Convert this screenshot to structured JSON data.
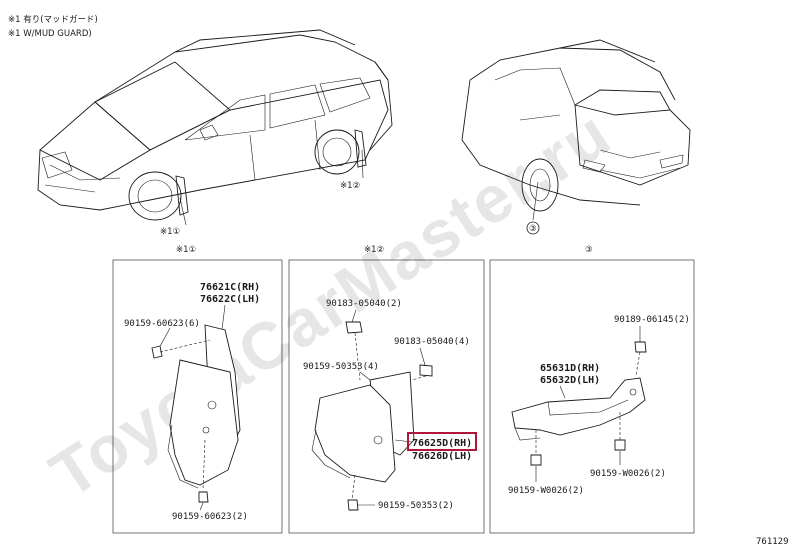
{
  "notes": {
    "line1": "※1 有り(マッドガード)",
    "line2": "※1 W/MUD GUARD)"
  },
  "watermark": "ToyotaCarMaster.ru",
  "callouts": {
    "front": "①",
    "rear_left": "②",
    "rear_right": "③",
    "front_note": "※1①",
    "rear_note": "※1②"
  },
  "panels": {
    "p1": {
      "header": "※1①",
      "part_main": [
        "76621C(RH)",
        "76622C(LH)"
      ],
      "fastener_top": "90159-60623(6)",
      "fastener_bottom": "90159-60623(2)"
    },
    "p2": {
      "header": "※1②",
      "fastener_a": "90183-05040(2)",
      "fastener_b": "90183-05040(4)",
      "fastener_c": "90159-50353(4)",
      "part_main_rh": "76625D(RH)",
      "part_main_lh": "76626D(LH)",
      "fastener_bottom": "90159-50353(2)"
    },
    "p3": {
      "header": "③",
      "fastener_top": "90189-06145(2)",
      "part_main": [
        "65631D(RH)",
        "65632D(LH)"
      ],
      "fastener_right": "90159-W0026(2)",
      "fastener_left": "90159-W0026(2)"
    }
  },
  "illustration_id": "761129",
  "colors": {
    "highlight": "#b0163a",
    "line": "#1a1a1a",
    "watermark": "#e6e6e6"
  }
}
